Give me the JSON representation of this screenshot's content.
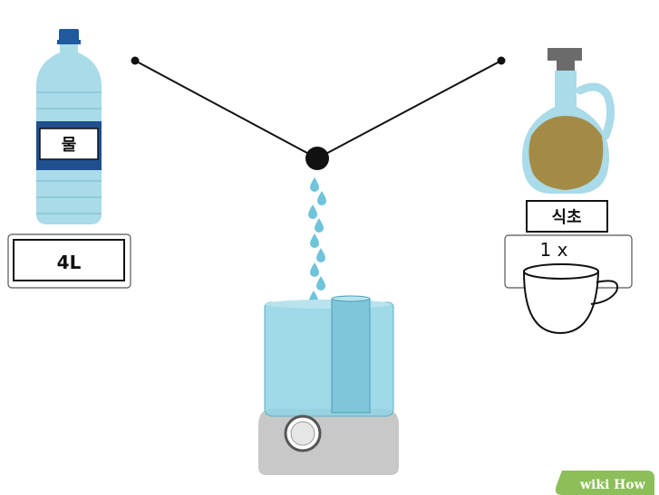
{
  "water": {
    "label": "물",
    "amount": "4L"
  },
  "vinegar": {
    "label": "식초",
    "amount": "1 x"
  },
  "watermark": {
    "part1": "wiki",
    "part2": "How"
  },
  "colors": {
    "bottle_water": "#a9dbe8",
    "bottle_cap": "#1f5a9e",
    "bottle_band": "#1f4f8f",
    "vinegar_liquid": "#a48b45",
    "humidifier_tank": "#8fd2e4",
    "humidifier_base": "#c8c8c8",
    "line": "#111111",
    "watermark_bg": "#8cbf5a"
  },
  "icons": [
    "water-bottle-icon",
    "vinegar-cruet-icon",
    "teacup-icon",
    "humidifier-icon",
    "water-droplet-icon"
  ]
}
